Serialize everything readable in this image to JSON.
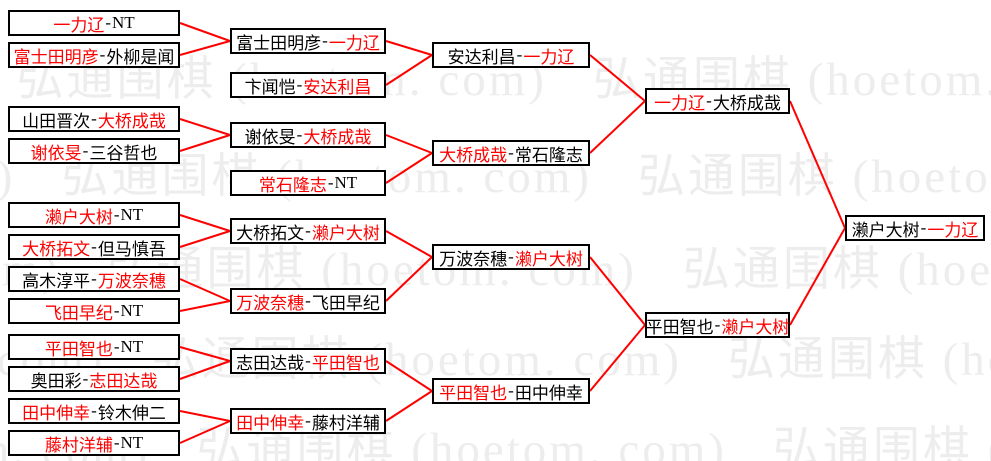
{
  "separator": "-",
  "watermark": {
    "text": "弘通围棋 (hoetom. com)",
    "color": "#ededed"
  },
  "colors": {
    "winner": "#ff0000",
    "loser": "#000000",
    "line": "#ff0000",
    "box_border": "#000000",
    "background": "#ffffff"
  },
  "bracket": {
    "rounds": [
      {
        "id": "round-1",
        "matches": [
          {
            "id": "r1m1",
            "left": {
              "text": "一力辽",
              "winner": true
            },
            "right": {
              "text": "NT",
              "winner": false
            },
            "feeds": "r2m1"
          },
          {
            "id": "r1m2",
            "left": {
              "text": "富士田明彦",
              "winner": true
            },
            "right": {
              "text": "外柳是闻",
              "winner": false
            },
            "feeds": "r2m1"
          },
          {
            "id": "r1m3",
            "left": {
              "text": "山田晋次",
              "winner": false
            },
            "right": {
              "text": "大桥成哉",
              "winner": true
            },
            "feeds": "r2m3"
          },
          {
            "id": "r1m4",
            "left": {
              "text": "谢依旻",
              "winner": true
            },
            "right": {
              "text": "三谷哲也",
              "winner": false
            },
            "feeds": "r2m3"
          },
          {
            "id": "r1m5",
            "left": {
              "text": "濑户大树",
              "winner": true
            },
            "right": {
              "text": "NT",
              "winner": false
            },
            "feeds": "r2m5"
          },
          {
            "id": "r1m6",
            "left": {
              "text": "大桥拓文",
              "winner": true
            },
            "right": {
              "text": "但马慎吾",
              "winner": false
            },
            "feeds": "r2m5"
          },
          {
            "id": "r1m7",
            "left": {
              "text": "高木淳平",
              "winner": false
            },
            "right": {
              "text": "万波奈穗",
              "winner": true
            },
            "feeds": "r2m6"
          },
          {
            "id": "r1m8",
            "left": {
              "text": "飞田早纪",
              "winner": true
            },
            "right": {
              "text": "NT",
              "winner": false
            },
            "feeds": "r2m6"
          },
          {
            "id": "r1m9",
            "left": {
              "text": "平田智也",
              "winner": true
            },
            "right": {
              "text": "NT",
              "winner": false
            },
            "feeds": "r2m7"
          },
          {
            "id": "r1m10",
            "left": {
              "text": "奥田彩",
              "winner": false
            },
            "right": {
              "text": "志田达哉",
              "winner": true
            },
            "feeds": "r2m7"
          },
          {
            "id": "r1m11",
            "left": {
              "text": "田中伸幸",
              "winner": true
            },
            "right": {
              "text": "铃木伸二",
              "winner": false
            },
            "feeds": "r2m8"
          },
          {
            "id": "r1m12",
            "left": {
              "text": "藤村洋辅",
              "winner": true
            },
            "right": {
              "text": "NT",
              "winner": false
            },
            "feeds": "r2m8"
          }
        ]
      },
      {
        "id": "round-2",
        "matches": [
          {
            "id": "r2m1",
            "left": {
              "text": "富士田明彦",
              "winner": false
            },
            "right": {
              "text": "一力辽",
              "winner": true
            },
            "feeds": "r3m1"
          },
          {
            "id": "r2m2",
            "left": {
              "text": "卞闻恺",
              "winner": false
            },
            "right": {
              "text": "安达利昌",
              "winner": true
            },
            "feeds": "r3m1"
          },
          {
            "id": "r2m3",
            "left": {
              "text": "谢依旻",
              "winner": false
            },
            "right": {
              "text": "大桥成哉",
              "winner": true
            },
            "feeds": "r3m2"
          },
          {
            "id": "r2m4",
            "left": {
              "text": "常石隆志",
              "winner": true
            },
            "right": {
              "text": "NT",
              "winner": false
            },
            "feeds": "r3m2"
          },
          {
            "id": "r2m5",
            "left": {
              "text": "大桥拓文",
              "winner": false
            },
            "right": {
              "text": "濑户大树",
              "winner": true
            },
            "feeds": "r3m3"
          },
          {
            "id": "r2m6",
            "left": {
              "text": "万波奈穗",
              "winner": true
            },
            "right": {
              "text": "飞田早纪",
              "winner": false
            },
            "feeds": "r3m3"
          },
          {
            "id": "r2m7",
            "left": {
              "text": "志田达哉",
              "winner": false
            },
            "right": {
              "text": "平田智也",
              "winner": true
            },
            "feeds": "r3m4"
          },
          {
            "id": "r2m8",
            "left": {
              "text": "田中伸幸",
              "winner": true
            },
            "right": {
              "text": "藤村洋辅",
              "winner": false
            },
            "feeds": "r3m4"
          }
        ]
      },
      {
        "id": "round-3",
        "matches": [
          {
            "id": "r3m1",
            "left": {
              "text": "安达利昌",
              "winner": false
            },
            "right": {
              "text": "一力辽",
              "winner": true
            },
            "feeds": "r4m1"
          },
          {
            "id": "r3m2",
            "left": {
              "text": "大桥成哉",
              "winner": true
            },
            "right": {
              "text": "常石隆志",
              "winner": false
            },
            "feeds": "r4m1"
          },
          {
            "id": "r3m3",
            "left": {
              "text": "万波奈穗",
              "winner": false
            },
            "right": {
              "text": "濑户大树",
              "winner": true
            },
            "feeds": "r4m2"
          },
          {
            "id": "r3m4",
            "left": {
              "text": "平田智也",
              "winner": true
            },
            "right": {
              "text": "田中伸幸",
              "winner": false
            },
            "feeds": "r4m2"
          }
        ]
      },
      {
        "id": "round-4",
        "matches": [
          {
            "id": "r4m1",
            "left": {
              "text": "一力辽",
              "winner": true
            },
            "right": {
              "text": "大桥成哉",
              "winner": false
            },
            "feeds": "f1"
          },
          {
            "id": "r4m2",
            "left": {
              "text": "平田智也",
              "winner": false
            },
            "right": {
              "text": "濑户大树",
              "winner": true
            },
            "feeds": "f1"
          }
        ]
      },
      {
        "id": "final",
        "matches": [
          {
            "id": "f1",
            "left": {
              "text": "濑户大树",
              "winner": false
            },
            "right": {
              "text": "一力辽",
              "winner": true
            },
            "feeds": null
          }
        ]
      }
    ]
  }
}
